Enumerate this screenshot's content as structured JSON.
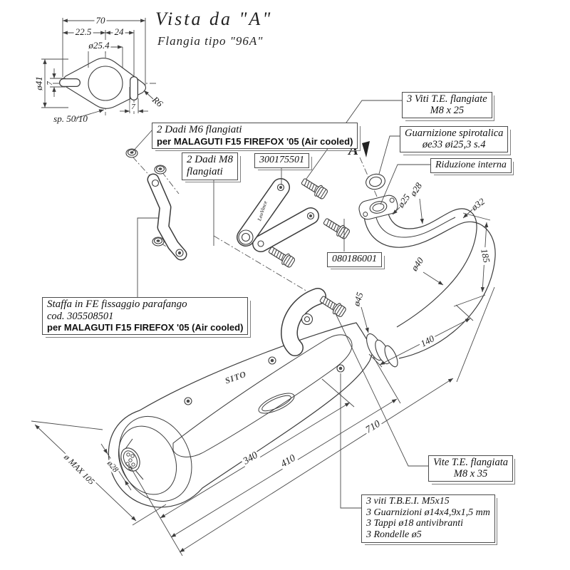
{
  "header": {
    "title": "Vista da \"A\"",
    "subtitle": "Flangia tipo \"96A\""
  },
  "view_label": "A",
  "flange": {
    "d70": "70",
    "d225": "22.5",
    "d24": "24",
    "d254": "ø25.4",
    "d41": "ø41",
    "d7slot": "7",
    "r6": "R6",
    "d7off": "7",
    "thickness": "sp. 50/10"
  },
  "boxes": {
    "dadi_m6_l1": "2 Dadi M6 flangiati",
    "dadi_m6_l2": "per MALAGUTI F15 FIREFOX '05 (Air cooled)",
    "dadi_m8_l1": "2 Dadi M8",
    "dadi_m8_l2": "flangiati",
    "code_top": "300175501",
    "viti_l1": "3 Viti T.E. flangiate",
    "viti_l2": "M8 x 25",
    "guarn_l1": "Guarnizione spirotalica",
    "guarn_l2": "øe33 øi25,3 s.4",
    "riduzione": "Riduzione interna",
    "code_mid": "080186001",
    "staffa_l1": "Staffa in FE fissaggio parafango",
    "staffa_l2": "cod. 305508501",
    "staffa_l3": "per MALAGUTI F15 FIREFOX '05 (Air cooled)",
    "vite_l1": "Vite T.E. flangiata",
    "vite_l2": "M8 x 35",
    "kit_l1": "3 viti T.B.E.I. M5x15",
    "kit_l2": "3 Guarnizioni ø14x4,9x1,5 mm",
    "kit_l3": "3 Tappi ø18 antivibranti",
    "kit_l4": "3 Rondelle ø5"
  },
  "pipe_dims": {
    "d25": "ø25",
    "d28": "ø28",
    "d32": "ø32",
    "l185": "185",
    "d40": "ø40",
    "l140": "140",
    "d45": "ø45"
  },
  "muffler_dims": {
    "dmax": "ø MAX 105",
    "dtip": "ø28",
    "l340": "340",
    "l410": "410",
    "l710": "710"
  },
  "logos": {
    "muffler": "SITO",
    "bracket": "LeoVince"
  }
}
